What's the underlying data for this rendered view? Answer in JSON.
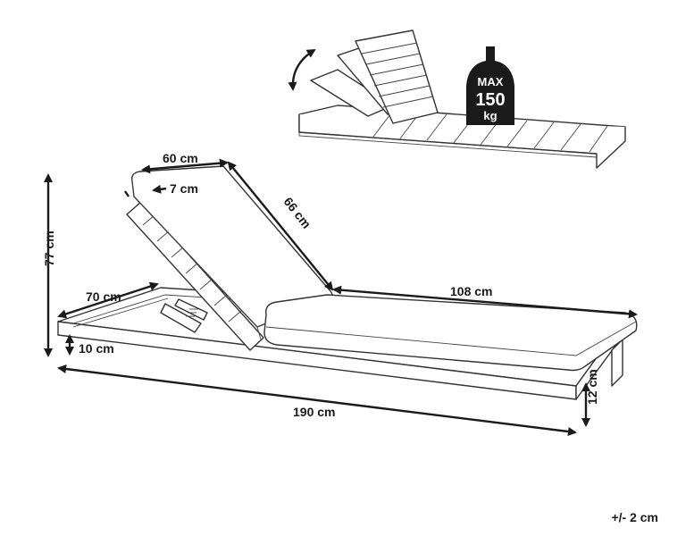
{
  "dimensions": {
    "backrest_width": "60 cm",
    "backrest_thickness": "7 cm",
    "backrest_length": "66 cm",
    "seat_length": "108 cm",
    "height": "77 cm",
    "frame_depth": "70 cm",
    "frame_height": "10 cm",
    "total_length": "190 cm",
    "leg_height": "12 cm"
  },
  "weight_badge": {
    "line1": "MAX",
    "line2": "150",
    "line3": "kg"
  },
  "tolerance": "+/- 2 cm",
  "colors": {
    "line": "#333333",
    "dimension": "#1a1a1a",
    "badge": "#1a1a1a"
  },
  "icons": [
    "rotate-arrow-icon",
    "weight-icon"
  ]
}
